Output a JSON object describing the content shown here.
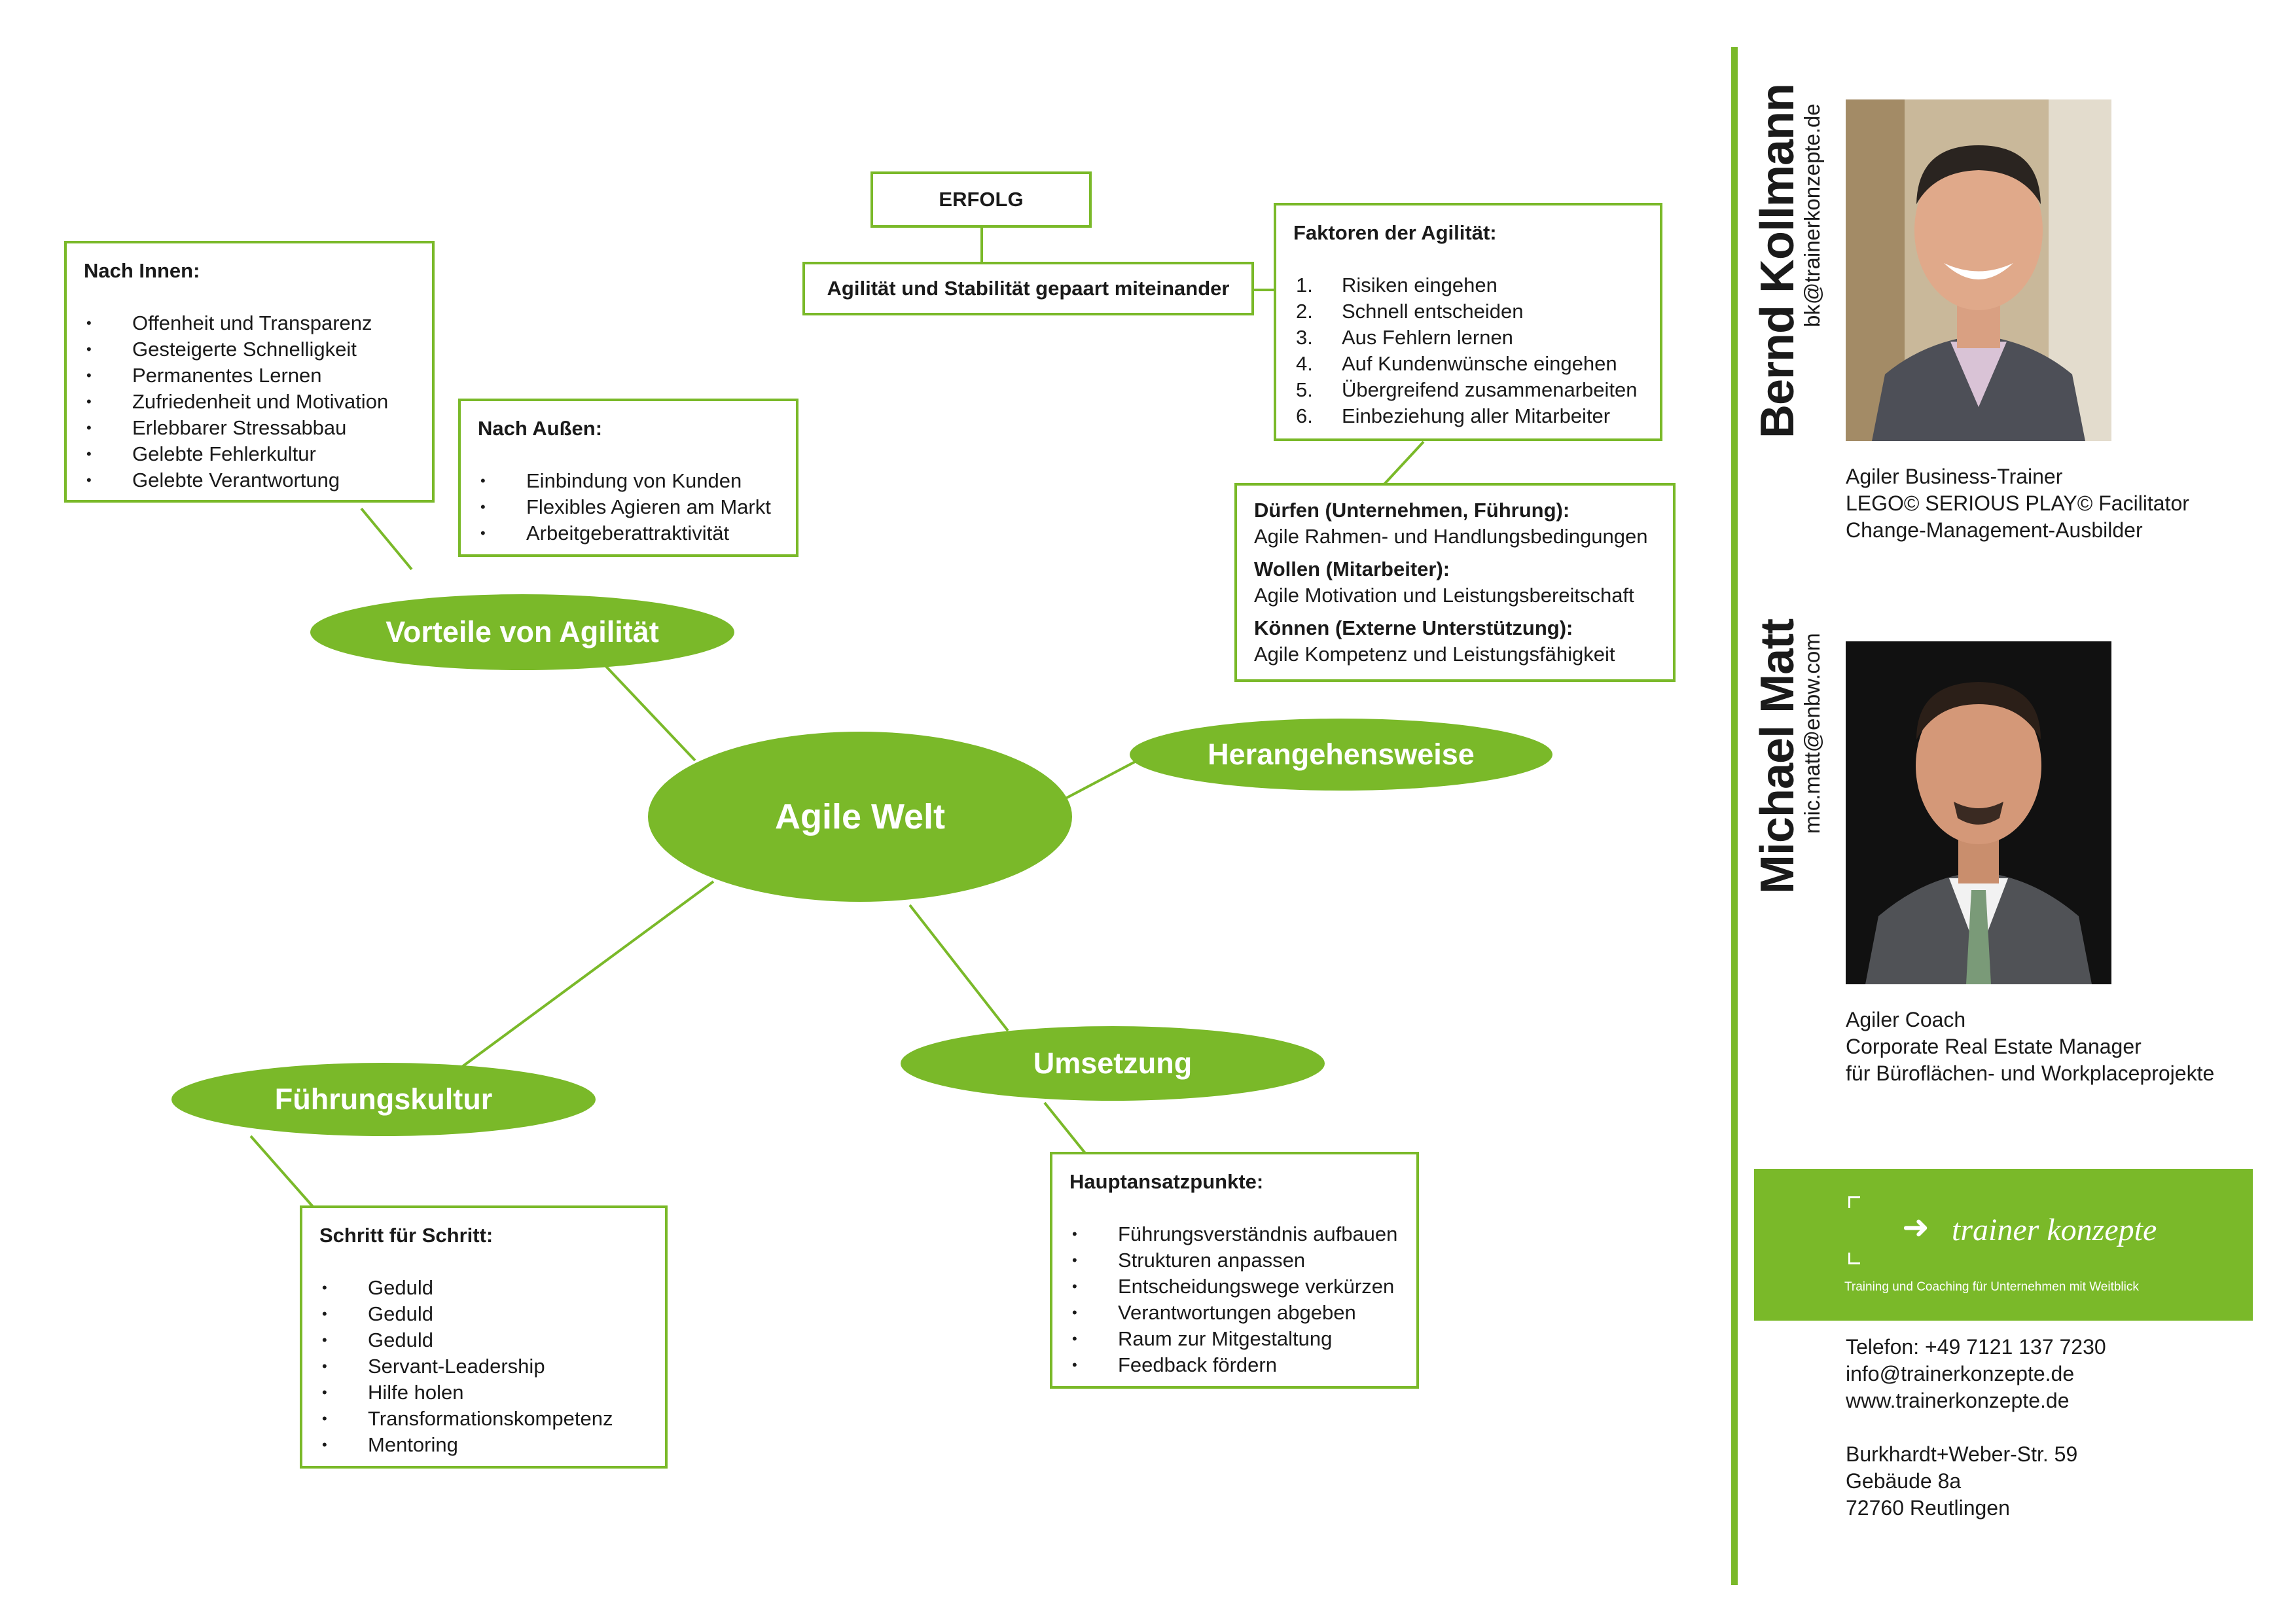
{
  "colors": {
    "accent": "#7ab929",
    "text": "#1a1a1a",
    "background": "#ffffff"
  },
  "center": {
    "label": "Agile Welt"
  },
  "vorteile": {
    "label": "Vorteile von Agilität",
    "innen": {
      "title": "Nach Innen:",
      "items": [
        "Offenheit und Transparenz",
        "Gesteigerte Schnelligkeit",
        "Permanentes Lernen",
        "Zufriedenheit und Motivation",
        "Erlebbarer Stressabbau",
        "Gelebte Fehlerkultur",
        "Gelebte Verantwortung"
      ]
    },
    "aussen": {
      "title": "Nach Außen:",
      "items": [
        "Einbindung von Kunden",
        "Flexibles Agieren am Markt",
        "Arbeitgeberattraktivität"
      ]
    }
  },
  "erfolg": {
    "title": "ERFOLG",
    "subtitle": "Agilität und Stabilität gepaart miteinander"
  },
  "herangehensweise": {
    "label": "Herangehensweise",
    "faktoren": {
      "title": "Faktoren der Agilität:",
      "items": [
        {
          "num": "1.",
          "text": "Risiken eingehen"
        },
        {
          "num": "2.",
          "text": "Schnell entscheiden"
        },
        {
          "num": "3.",
          "text": "Aus Fehlern lernen"
        },
        {
          "num": "4.",
          "text": "Auf Kundenwünsche eingehen"
        },
        {
          "num": "5.",
          "text": "Übergreifend zusammenarbeiten"
        },
        {
          "num": "6.",
          "text": "Einbeziehung aller Mitarbeiter"
        }
      ]
    },
    "duerfen": {
      "sections": [
        {
          "heading": "Dürfen (Unternehmen, Führung):",
          "text": "Agile Rahmen- und Handlungsbedingungen"
        },
        {
          "heading": "Wollen (Mitarbeiter):",
          "text": "Agile Motivation und Leistungsbereitschaft"
        },
        {
          "heading": "Können (Externe Unterstützung):",
          "text": "Agile Kompetenz und Leistungsfähigkeit"
        }
      ]
    }
  },
  "fuehrungskultur": {
    "label": "Führungskultur",
    "box": {
      "title": "Schritt für Schritt:",
      "items": [
        "Geduld",
        "Geduld",
        "Geduld",
        "Servant-Leadership",
        "Hilfe holen",
        "Transformationskompetenz",
        "Mentoring"
      ]
    }
  },
  "umsetzung": {
    "label": "Umsetzung",
    "box": {
      "title": "Hauptansatzpunkte:",
      "items": [
        "Führungsverständnis aufbauen",
        "Strukturen anpassen",
        "Entscheidungswege verkürzen",
        "Verantwortungen abgeben",
        "Raum zur Mitgestaltung",
        "Feedback fördern"
      ]
    }
  },
  "people": [
    {
      "name": "Bernd Kollmann",
      "email": "bk@trainerkonzepte.de",
      "roles": [
        "Agiler Business-Trainer",
        "LEGO© SERIOUS PLAY© Facilitator",
        "Change-Management-Ausbilder"
      ]
    },
    {
      "name": "Michael Matt",
      "email": "mic.matt@enbw.com",
      "roles": [
        "Agiler Coach",
        "Corporate Real Estate Manager",
        "für Büroflächen- und Workplaceprojekte"
      ]
    }
  ],
  "brand": {
    "name": "trainer konzepte",
    "tagline": "Training und Coaching für Unternehmen mit Weitblick",
    "icon": "arrow-right-icon"
  },
  "contact": {
    "lines": [
      "Telefon: +49 7121  137 7230",
      "info@trainerkonzepte.de",
      "www.trainerkonzepte.de"
    ],
    "address": [
      "Burkhardt+Weber-Str. 59",
      "Gebäude 8a",
      "72760 Reutlingen"
    ]
  }
}
